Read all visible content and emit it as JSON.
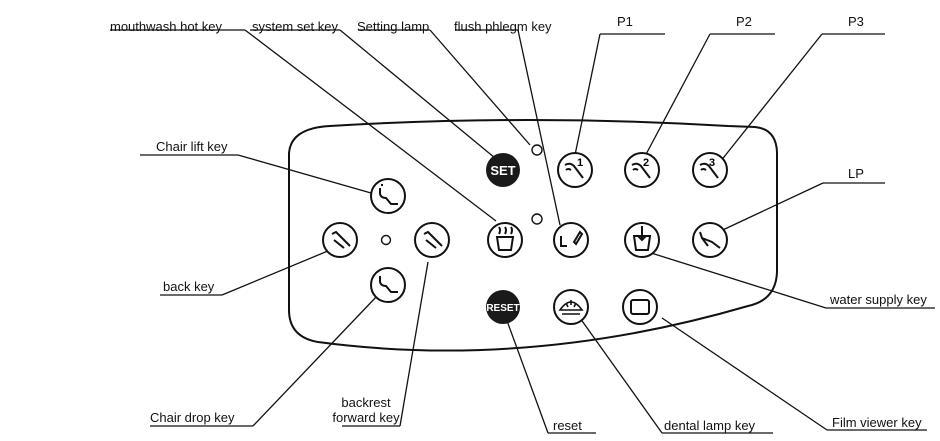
{
  "labels": {
    "mouthwash_hot_key": "mouthwash hot key",
    "system_set_key": "system set key",
    "setting_lamp": "Setting lamp",
    "flush_phlegm_key": "flush phlegm key",
    "p1": "P1",
    "p2": "P2",
    "p3": "P3",
    "chair_lift_key": "Chair lift key",
    "lp": "LP",
    "back_key": "back key",
    "water_supply_key": "water supply key",
    "chair_drop_key": "Chair drop key",
    "backrest_forward_line1": "backrest",
    "backrest_forward_line2": "forward key",
    "reset": "reset",
    "dental_lamp_key": "dental lamp key",
    "film_viewer_key": "Film viewer key"
  },
  "keys": {
    "set_text": "SET",
    "reset_text": "RESET",
    "p1_digit": "1",
    "p2_digit": "2",
    "p3_digit": "3"
  },
  "colors": {
    "line": "#111111",
    "dark_key": "#1a1a1a"
  }
}
